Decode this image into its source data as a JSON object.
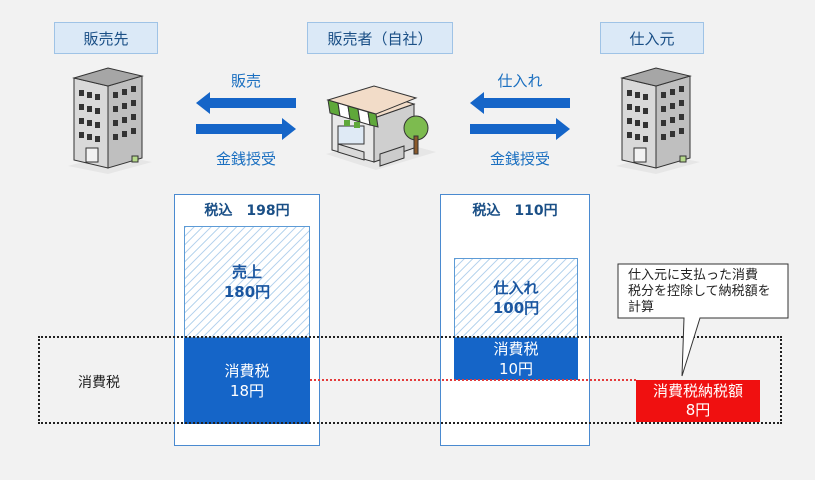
{
  "headers": {
    "customer": "販売先",
    "seller": "販売者（自社）",
    "supplier": "仕入元"
  },
  "arrows": {
    "sale_label": "販売",
    "money_left_label": "金銭授受",
    "purchase_label": "仕入れ",
    "money_right_label": "金銭授受"
  },
  "sales_column": {
    "title": "税込　198円",
    "revenue_label": "売上",
    "revenue_amount": "180円",
    "tax_label": "消費税",
    "tax_amount": "18円"
  },
  "purchase_column": {
    "title": "税込　110円",
    "cost_label": "仕入れ",
    "cost_amount": "100円",
    "tax_label": "消費税",
    "tax_amount": "10円"
  },
  "band": {
    "label": "消費税"
  },
  "payment": {
    "label": "消費税納税額",
    "amount": "8円"
  },
  "callout": {
    "line1": "仕入元に支払った消費",
    "line2": "税分を控除して納税額を",
    "line3": "計算"
  },
  "colors": {
    "tax_blue": "#1565c8",
    "payment_red": "#f01010",
    "header_bg": "#dbe9f7",
    "arrow_blue": "#1a6fc0"
  },
  "icons": {
    "customer": "office-building-icon",
    "seller": "storefront-icon",
    "supplier": "office-building-icon"
  }
}
